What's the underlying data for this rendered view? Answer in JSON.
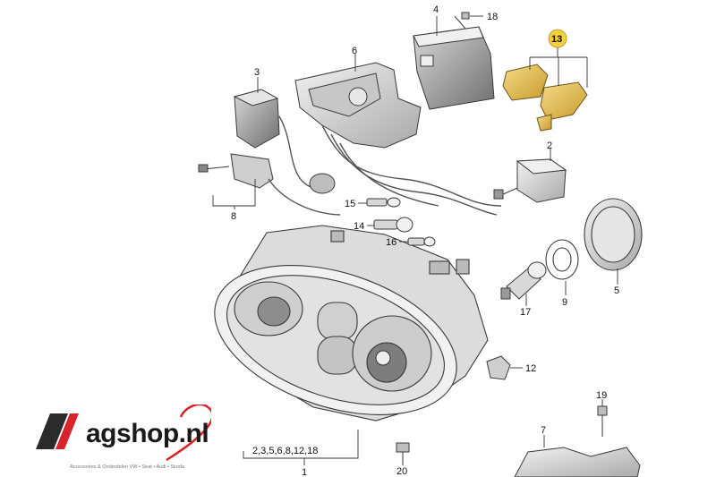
{
  "callouts": {
    "c4": "4",
    "c18": "18",
    "c13": "13",
    "c6": "6",
    "c3": "3",
    "c2": "2",
    "c15": "15",
    "c14": "14",
    "c16": "16",
    "c8": "8",
    "c5": "5",
    "c9": "9",
    "c17": "17",
    "c12": "12",
    "c19": "19",
    "c7": "7",
    "c20": "20",
    "c1": "1",
    "c1_group": "2,3,5,6,8,12,18"
  },
  "brand": {
    "name": "agshop.nl",
    "tagline": "Accessoires & Onderdelen VW • Seat • Audi • Skoda"
  },
  "colors": {
    "line": "#3a3a3a",
    "part_fill": "#e9e9e9",
    "part_shade": "#bdbdbd",
    "highlight_part": "#e7c35a",
    "highlight_badge": "#f2cf3c",
    "brand_red": "#d8232a",
    "brand_dark": "#2b2b2b"
  }
}
